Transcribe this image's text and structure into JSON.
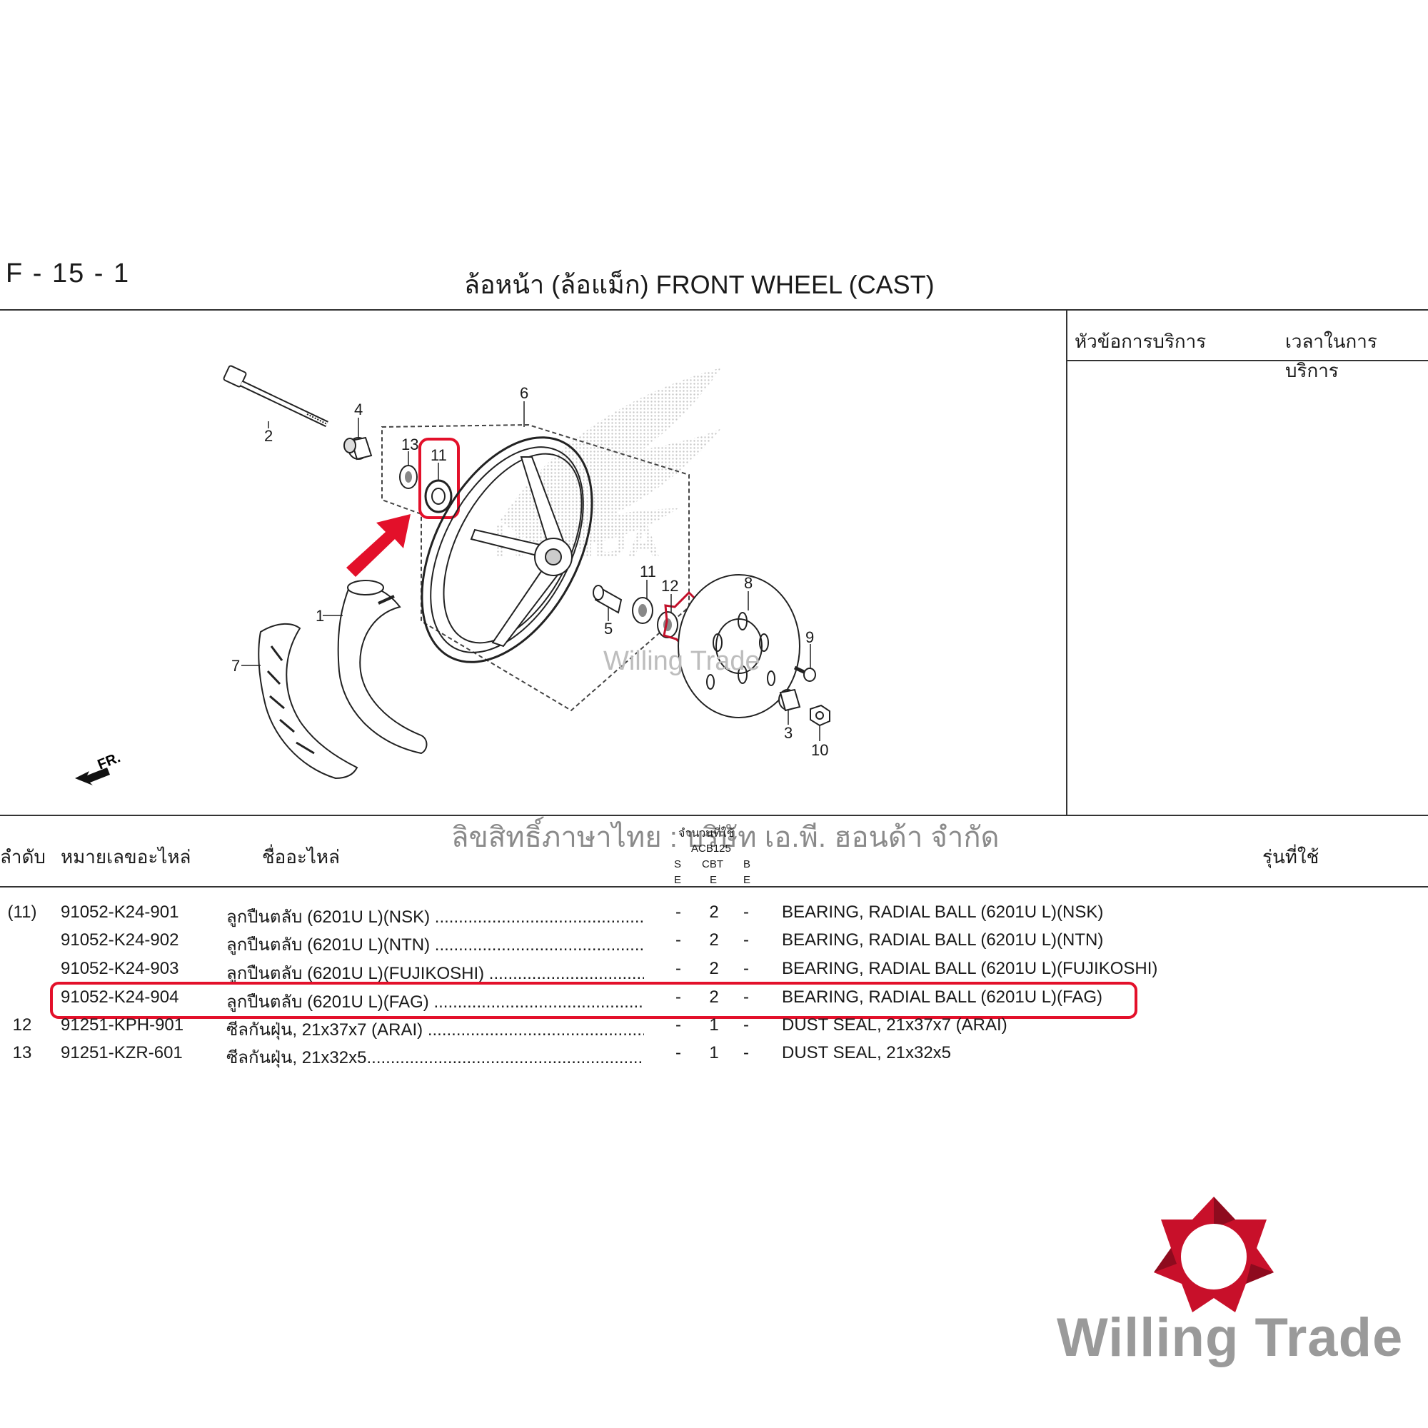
{
  "header": {
    "code": "F - 15 - 1",
    "title": "ล้อหน้า (ล้อแม็ก)  FRONT WHEEL (CAST)"
  },
  "service": {
    "topic_label": "หัวข้อการบริการ",
    "time_label": "เวลาในการบริการ"
  },
  "diagram": {
    "callouts": [
      "1",
      "2",
      "3",
      "4",
      "5",
      "6",
      "7",
      "8",
      "9",
      "10",
      "11",
      "11",
      "12",
      "13"
    ],
    "direction_label": "FR.",
    "brand_watermark": "HONDA",
    "center_watermark": "Willing Trade"
  },
  "copyright": "ลิขสิทธิ์ภาษาไทย : บริษัท เอ.พี. ฮอนด้า จำกัด",
  "table": {
    "headers": {
      "index": "ลำดับ",
      "part_number": "หมายเลขอะไหล่",
      "part_name": "ชื่ออะไหล่",
      "qty": "จำนวนที่ใช้",
      "model_code": "ACB125",
      "col_s_top": "S",
      "col_s_bottom": "E",
      "col_c_top": "CBT",
      "col_c_bottom": "E",
      "col_b_top": "B",
      "col_b_bottom": "E",
      "model": "รุ่นที่ใช้"
    },
    "rows": [
      {
        "index": "(11)",
        "part_number": "91052-K24-901",
        "name_th": "ลูกปืนตลับ (6201U L)(NSK) ..............................................",
        "s": "-",
        "c": "2",
        "b": "-",
        "name_en": "BEARING, RADIAL BALL (6201U L)(NSK)"
      },
      {
        "index": "",
        "part_number": "91052-K24-902",
        "name_th": "ลูกปืนตลับ (6201U L)(NTN) ..............................................",
        "s": "-",
        "c": "2",
        "b": "-",
        "name_en": "BEARING, RADIAL BALL (6201U L)(NTN)"
      },
      {
        "index": "",
        "part_number": "91052-K24-903",
        "name_th": "ลูกปืนตลับ (6201U L)(FUJIKOSHI) .......................................",
        "s": "-",
        "c": "2",
        "b": "-",
        "name_en": "BEARING, RADIAL BALL (6201U L)(FUJIKOSHI)"
      },
      {
        "index": "",
        "part_number": "91052-K24-904",
        "name_th": "ลูกปืนตลับ (6201U L)(FAG) ...............................................",
        "s": "-",
        "c": "2",
        "b": "-",
        "name_en": "BEARING, RADIAL BALL (6201U L)(FAG)"
      },
      {
        "index": "12",
        "part_number": "91251-KPH-901",
        "name_th": "ซีลกันฝุ่น, 21x37x7 (ARAI) ..............................................",
        "s": "-",
        "c": "1",
        "b": "-",
        "name_en": "DUST SEAL, 21x37x7 (ARAI)"
      },
      {
        "index": "13",
        "part_number": "91251-KZR-601",
        "name_th": "ซีลกันฝุ่น, 21x32x5..........................................................",
        "s": "-",
        "c": "1",
        "b": "-",
        "name_en": "DUST SEAL, 21x32x5"
      }
    ]
  },
  "brand": {
    "name": "Willing Trade",
    "accent": "#e3102a"
  }
}
